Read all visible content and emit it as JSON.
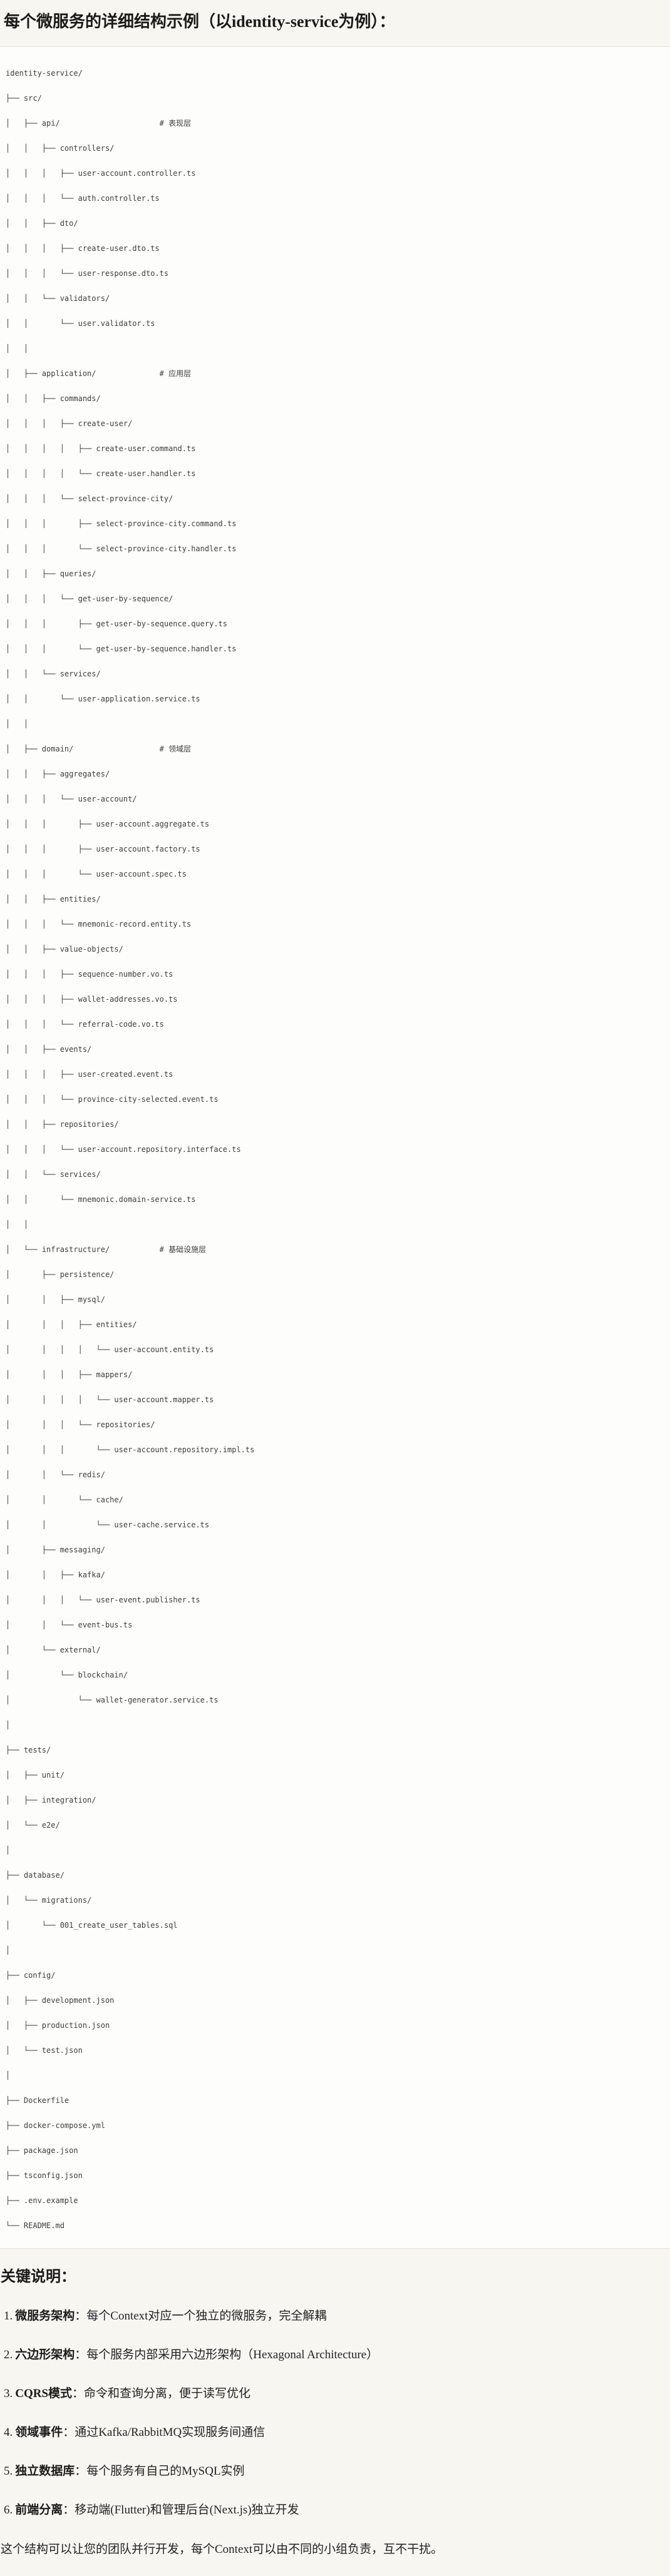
{
  "title": "每个微服务的详细结构示例（以identity-service为例）：",
  "code": {
    "lines": [
      "identity-service/",
      "├── src/",
      "│   ├── api/                      # 表现层",
      "│   │   ├── controllers/",
      "│   │   │   ├── user-account.controller.ts",
      "│   │   │   └── auth.controller.ts",
      "│   │   ├── dto/",
      "│   │   │   ├── create-user.dto.ts",
      "│   │   │   └── user-response.dto.ts",
      "│   │   └── validators/",
      "│   │       └── user.validator.ts",
      "│   │",
      "│   ├── application/              # 应用层",
      "│   │   ├── commands/",
      "│   │   │   ├── create-user/",
      "│   │   │   │   ├── create-user.command.ts",
      "│   │   │   │   └── create-user.handler.ts",
      "│   │   │   └── select-province-city/",
      "│   │   │       ├── select-province-city.command.ts",
      "│   │   │       └── select-province-city.handler.ts",
      "│   │   ├── queries/",
      "│   │   │   └── get-user-by-sequence/",
      "│   │   │       ├── get-user-by-sequence.query.ts",
      "│   │   │       └── get-user-by-sequence.handler.ts",
      "│   │   └── services/",
      "│   │       └── user-application.service.ts",
      "│   │",
      "│   ├── domain/                   # 领域层",
      "│   │   ├── aggregates/",
      "│   │   │   └── user-account/",
      "│   │   │       ├── user-account.aggregate.ts",
      "│   │   │       ├── user-account.factory.ts",
      "│   │   │       └── user-account.spec.ts",
      "│   │   ├── entities/",
      "│   │   │   └── mnemonic-record.entity.ts",
      "│   │   ├── value-objects/",
      "│   │   │   ├── sequence-number.vo.ts",
      "│   │   │   ├── wallet-addresses.vo.ts",
      "│   │   │   └── referral-code.vo.ts",
      "│   │   ├── events/",
      "│   │   │   ├── user-created.event.ts",
      "│   │   │   └── province-city-selected.event.ts",
      "│   │   ├── repositories/",
      "│   │   │   └── user-account.repository.interface.ts",
      "│   │   └── services/",
      "│   │       └── mnemonic.domain-service.ts",
      "│   │",
      "│   └── infrastructure/           # 基础设施层",
      "│       ├── persistence/",
      "│       │   ├── mysql/",
      "│       │   │   ├── entities/",
      "│       │   │   │   └── user-account.entity.ts",
      "│       │   │   ├── mappers/",
      "│       │   │   │   └── user-account.mapper.ts",
      "│       │   │   └── repositories/",
      "│       │   │       └── user-account.repository.impl.ts",
      "│       │   └── redis/",
      "│       │       └── cache/",
      "│       │           └── user-cache.service.ts",
      "│       ├── messaging/",
      "│       │   ├── kafka/",
      "│       │   │   └── user-event.publisher.ts",
      "│       │   └── event-bus.ts",
      "│       └── external/",
      "│           └── blockchain/",
      "│               └── wallet-generator.service.ts",
      "│",
      "├── tests/",
      "│   ├── unit/",
      "│   ├── integration/",
      "│   └── e2e/",
      "│",
      "├── database/",
      "│   └── migrations/",
      "│       └── 001_create_user_tables.sql",
      "│",
      "├── config/",
      "│   ├── development.json",
      "│   ├── production.json",
      "│   └── test.json",
      "│",
      "├── Dockerfile",
      "├── docker-compose.yml",
      "├── package.json",
      "├── tsconfig.json",
      "├── .env.example",
      "└── README.md"
    ]
  },
  "notes": {
    "heading": "关键说明：",
    "items": [
      {
        "num": "1.",
        "label": "微服务架构",
        "text": "：每个Context对应一个独立的微服务，完全解耦"
      },
      {
        "num": "2.",
        "label": "六边形架构",
        "text": "：每个服务内部采用六边形架构（Hexagonal Architecture）"
      },
      {
        "num": "3.",
        "label": "CQRS模式",
        "text": "：命令和查询分离，便于读写优化"
      },
      {
        "num": "4.",
        "label": "领域事件",
        "text": "：通过Kafka/RabbitMQ实现服务间通信"
      },
      {
        "num": "5.",
        "label": "独立数据库",
        "text": "：每个服务有自己的MySQL实例"
      },
      {
        "num": "6.",
        "label": "前端分离",
        "text": "：移动端(Flutter)和管理后台(Next.js)独立开发"
      }
    ],
    "footer": "这个结构可以让您的团队并行开发，每个Context可以由不同的小组负责，互不干扰。"
  },
  "colors": {
    "page_background": "#f8f6f1",
    "code_background": "#fdfdfb",
    "divider": "#e3e1d9",
    "tree_text": "#3d3d39",
    "heading_text": "#1a1a17",
    "body_text": "#222220"
  }
}
